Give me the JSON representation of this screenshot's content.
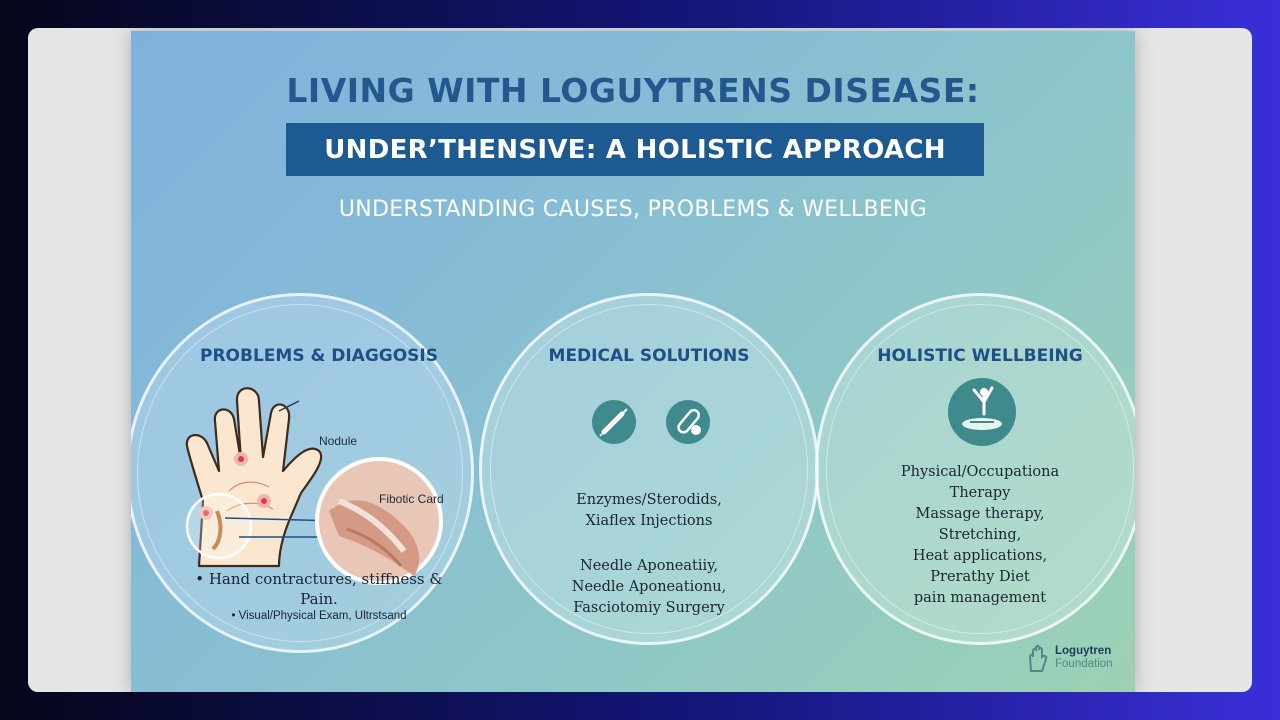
{
  "poster": {
    "title": "LIVING WITH LOGUYTRENS DISEASE:",
    "banner": "UNDER’THENSIVE: A HOLISTIC APPROACH",
    "subtitle": "UNDERSTANDING CAUSES, PROBLEMS & WELLBENG"
  },
  "sections": [
    {
      "title": "PROBLEMS & DIAGGOSIS",
      "labels": {
        "nodule": "Nodule",
        "fibrotic": "Fibotic Card"
      },
      "bullets": [
        "• Hand contractures, stiffness & Pain.",
        "• Visual/Physical Exam, Ultrstsand"
      ]
    },
    {
      "title": "MEDICAL SOLUTIONS",
      "icons": [
        "syringe-icon",
        "pill-icon"
      ],
      "text1": [
        "Enzymes/Sterodids,",
        "Xiaflex Injections"
      ],
      "text2": [
        "Needle Aponeatiiy,",
        "Needle Aponeationu,",
        "Fasciotomiy Surgery"
      ]
    },
    {
      "title": "HOLISTIC WELLBEING",
      "icons": [
        "yoga-figure-icon"
      ],
      "lines": [
        "Physical/Occupationa",
        "Therapy",
        "Massage therapy,",
        "Stretching,",
        "Heat applications,",
        "Prerathy Diet",
        "pain management"
      ]
    }
  ],
  "logo": {
    "line1": "Loguytren",
    "line2": "Foundation",
    "icon": "hand-logo-icon"
  },
  "colors": {
    "title": "#23578e",
    "banner": "#1e5a92",
    "icon": "#3f8a8c"
  }
}
